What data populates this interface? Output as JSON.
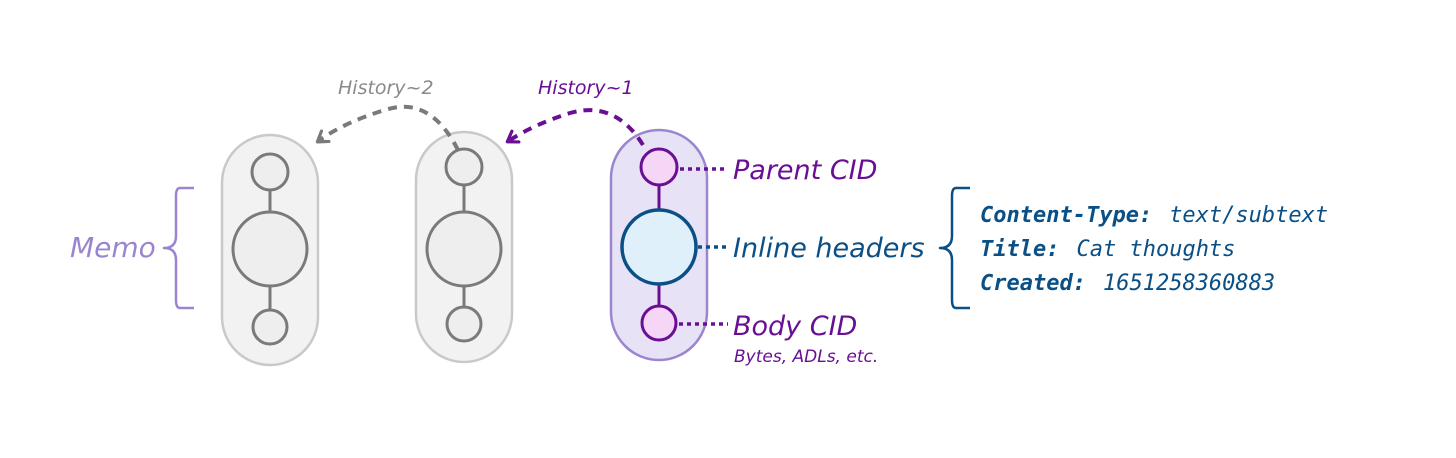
{
  "labels": {
    "memo": "Memo",
    "history2": "History~2",
    "history1": "History~1",
    "parent_cid": "Parent CID",
    "inline_headers": "Inline headers",
    "body_cid": "Body CID",
    "body_cid_note": "Bytes, ADLs, etc."
  },
  "headers": [
    {
      "key": "Content-Type:",
      "value": "text/subtext"
    },
    {
      "key": "Title:",
      "value": "Cat thoughts"
    },
    {
      "key": "Created:",
      "value": "1651258360883"
    }
  ],
  "colors": {
    "purple": "#6a0f94",
    "lavender": "#9b85cf",
    "blue": "#0a4f85",
    "gray": "#7a7a7a",
    "gray_fill": "#eeeeee",
    "gray_capsule": "#f2f2f2",
    "gray_capsule_stroke": "#c9c9c9",
    "purple_capsule": "#e8e2f7",
    "purple_capsule_stroke": "#9b85cf",
    "pink_fill": "#f6d6f6",
    "blue_fill": "#dff0fb"
  }
}
